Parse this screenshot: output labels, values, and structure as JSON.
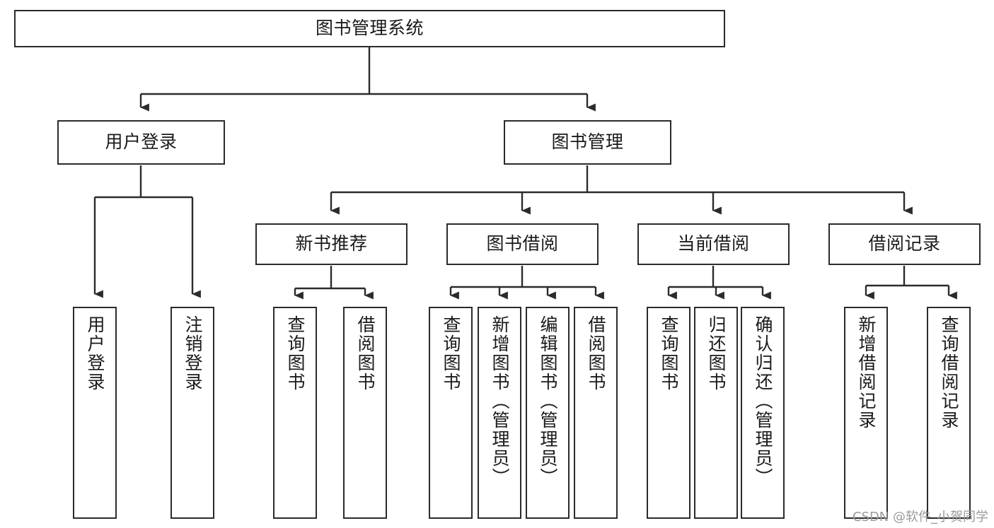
{
  "diagram": {
    "title": "图书管理系统",
    "watermark": "CSDN @软件_小贺同学",
    "levels": {
      "root": {
        "label": "图书管理系统"
      },
      "level2": [
        {
          "label": "用户登录"
        },
        {
          "label": "图书管理"
        }
      ],
      "level3": [
        {
          "label": "新书推荐"
        },
        {
          "label": "图书借阅"
        },
        {
          "label": "当前借阅"
        },
        {
          "label": "借阅记录"
        }
      ],
      "leaves": {
        "user_login": [
          {
            "label": "用户登录"
          },
          {
            "label": "注销登录"
          }
        ],
        "new_book_recommend": [
          {
            "label": "查询图书"
          },
          {
            "label": "借阅图书"
          }
        ],
        "book_borrow": [
          {
            "label": "查询图书"
          },
          {
            "label": "新增图书（管理员）"
          },
          {
            "label": "编辑图书（管理员）"
          },
          {
            "label": "借阅图书"
          }
        ],
        "current_borrow": [
          {
            "label": "查询图书"
          },
          {
            "label": "归还图书"
          },
          {
            "label": "确认归还（管理员）"
          }
        ],
        "borrow_record": [
          {
            "label": "新增借阅记录"
          },
          {
            "label": "查询借阅记录"
          }
        ]
      }
    },
    "colors": {
      "stroke": "#2b2b2b",
      "fill": "#ffffff",
      "text": "#1a1a1a",
      "watermark": "#9a9a9a"
    }
  }
}
